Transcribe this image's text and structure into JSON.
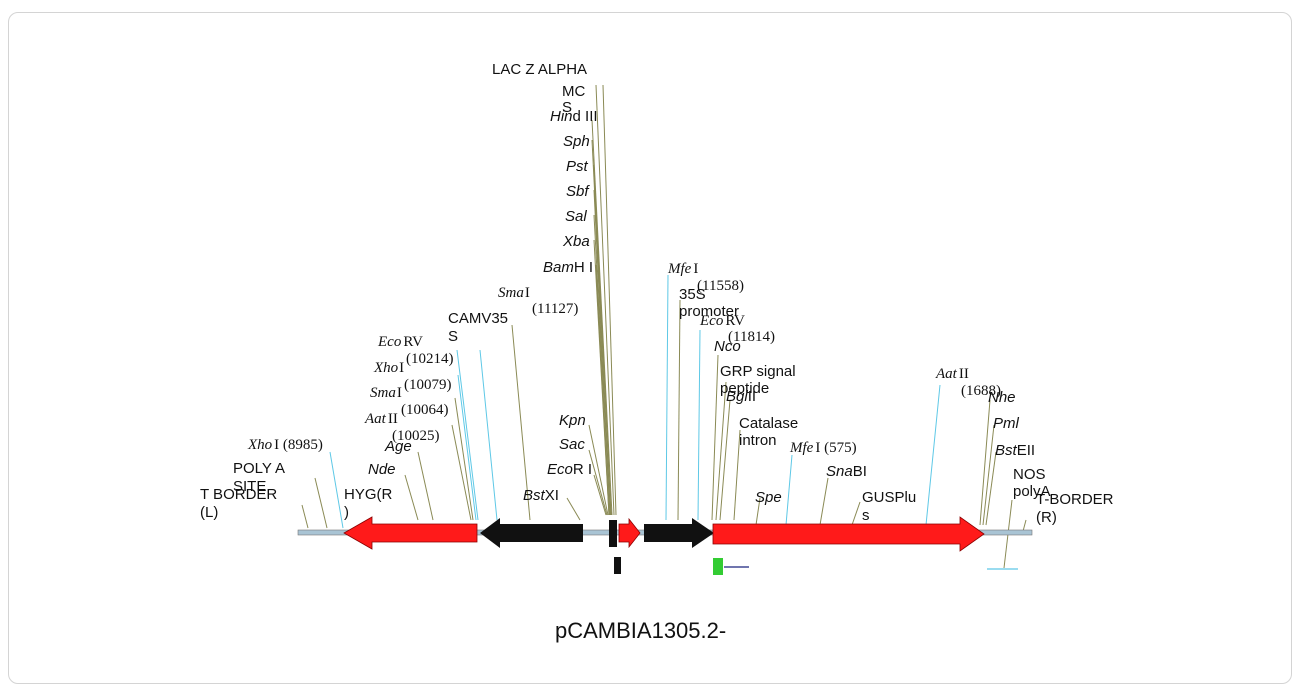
{
  "map_title": "pCAMBIA1305.2-",
  "colors": {
    "backbone": "#a9c4d4",
    "red_feature": "#ff1a1a",
    "black_feature": "#111111",
    "green_marker": "#33cc33",
    "leader_olive": "#8a8a55",
    "leader_cyan": "#5ec8e6"
  },
  "features": [
    {
      "name": "HYG(R)",
      "color": "red",
      "direction": "left"
    },
    {
      "name": "CAMV35S",
      "color": "black",
      "direction": "left"
    },
    {
      "name": "LAC Z ALPHA",
      "color": "red",
      "direction": "right"
    },
    {
      "name": "35S promoter",
      "color": "black",
      "direction": "right"
    },
    {
      "name": "GUSPlus",
      "color": "red",
      "direction": "right"
    }
  ],
  "labels": {
    "t_border_l": [
      "T BORDER",
      "(L)"
    ],
    "poly_a_site": [
      "POLY A",
      "SITE"
    ],
    "hyg_r": [
      "HYG(R",
      ")"
    ],
    "camv35s": [
      "CAMV35",
      "S"
    ],
    "lac_z_alpha": "LAC Z ALPHA",
    "mcs": [
      "MC",
      "S"
    ],
    "promoter_35s": [
      "35S",
      "promoter"
    ],
    "grp_signal": [
      "GRP signal",
      "peptide"
    ],
    "catalase": [
      "Catalase",
      "intron"
    ],
    "gusplus": [
      "GUSPlu",
      "s"
    ],
    "nos_polya": [
      "NOS",
      "polyA"
    ],
    "t_border_r": [
      "T-BORDER",
      "(R)"
    ]
  },
  "sites": {
    "xho_8985": {
      "enzyme": "Xho",
      "suffix": "I (8985)"
    },
    "eco_rv_10214": {
      "enzyme": "Eco",
      "suffix": "RV",
      "pos": "(10214)"
    },
    "xho_10079": {
      "enzyme": "Xho",
      "suffix": "I",
      "pos": "(10079)"
    },
    "sma_10064": {
      "enzyme": "Sma",
      "suffix": "I",
      "pos": "(10064)"
    },
    "aat_10025": {
      "enzyme": "Aat",
      "suffix": "II",
      "pos": "(10025)"
    },
    "age": {
      "enzyme": "Age",
      "suffix": ""
    },
    "nde": {
      "enzyme": "Nde",
      "suffix": ""
    },
    "bst_xi": {
      "enzyme": "Bst",
      "suffix": "XI"
    },
    "sma_11127": {
      "enzyme": "Sma",
      "suffix": "I",
      "pos": "(11127)"
    },
    "kpn": {
      "enzyme": "Kpn",
      "suffix": ""
    },
    "sac": {
      "enzyme": "Sac",
      "suffix": ""
    },
    "eco_ri": {
      "enzyme": "Eco",
      "suffix": "R I"
    },
    "hind_iii": {
      "enzyme": "Hin",
      "suffix": "d III"
    },
    "sph": {
      "enzyme": "Sph",
      "suffix": ""
    },
    "pst": {
      "enzyme": "Pst",
      "suffix": ""
    },
    "sbf": {
      "enzyme": "Sbf",
      "suffix": ""
    },
    "sal": {
      "enzyme": "Sal",
      "suffix": ""
    },
    "xba": {
      "enzyme": "Xba",
      "suffix": ""
    },
    "bam_hi": {
      "enzyme": "Bam",
      "suffix": "H I"
    },
    "mfe_11558": {
      "enzyme": "Mfe",
      "suffix": "I",
      "pos": "(11558)"
    },
    "eco_rv_11814": {
      "enzyme": "Eco",
      "suffix": "RV",
      "pos": "(11814)"
    },
    "nco": {
      "enzyme": "Nco",
      "suffix": ""
    },
    "bgl_ii": {
      "enzyme": "Bgl",
      "suffix": "II"
    },
    "mfe_575": {
      "enzyme": "Mfe",
      "suffix": "I (575)"
    },
    "spe": {
      "enzyme": "Spe",
      "suffix": ""
    },
    "sna_bi": {
      "enzyme": "Sna",
      "suffix": "BI"
    },
    "aat_1688": {
      "enzyme": "Aat",
      "suffix": "II",
      "pos": "(1688)"
    },
    "nhe": {
      "enzyme": "Nhe",
      "suffix": ""
    },
    "pml": {
      "enzyme": "Pml",
      "suffix": ""
    },
    "bst_eii": {
      "enzyme": "Bst",
      "suffix": "EII"
    }
  }
}
